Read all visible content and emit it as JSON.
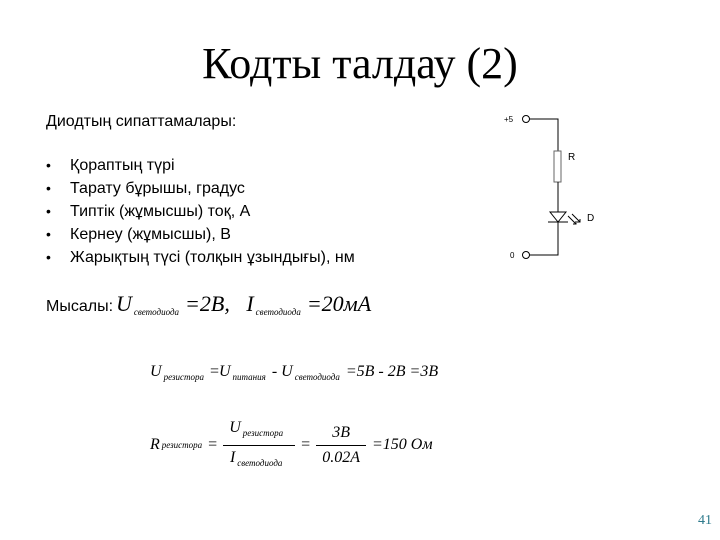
{
  "slide": {
    "title": "Кодты талдау (2)",
    "subtitle": "Диодтың сипаттамалары:",
    "bullets": [
      "Қораптың түрі",
      "Тарату бұрышы, градус",
      "Типтік (жұмысшы) тоқ, А",
      "Кернеу (жұмысшы), В",
      "Жарықтың түсі (толқын ұзындығы), нм"
    ],
    "bullet_symbol": "•",
    "example_label": "Мысалы:",
    "page_number": "41"
  },
  "equations": {
    "eq1": {
      "u_symbol": "U",
      "u_sub": "светодиода",
      "u_value": "=2B,",
      "i_symbol": "I",
      "i_sub": "светодиода",
      "i_value": "=20мA"
    },
    "eq2": {
      "lhs_symbol": "U",
      "lhs_sub": "резистора",
      "eq": "=",
      "t1_symbol": "U",
      "t1_sub": "питания",
      "minus": "-",
      "t2_symbol": "U",
      "t2_sub": "светодиода",
      "rhs": "=5B - 2B =3B"
    },
    "eq3": {
      "lhs_symbol": "R",
      "lhs_sub": "резистора",
      "eq": "=",
      "frac1_num_symbol": "U",
      "frac1_num_sub": "резистора",
      "frac1_den_symbol": "I",
      "frac1_den_sub": "светодиода",
      "frac2_num": "3B",
      "frac2_den": "0.02A",
      "result": "=150 Ом"
    }
  },
  "circuit": {
    "supply_label": "+5",
    "ground_label": "0",
    "resistor_label": "R",
    "diode_label": "D"
  }
}
